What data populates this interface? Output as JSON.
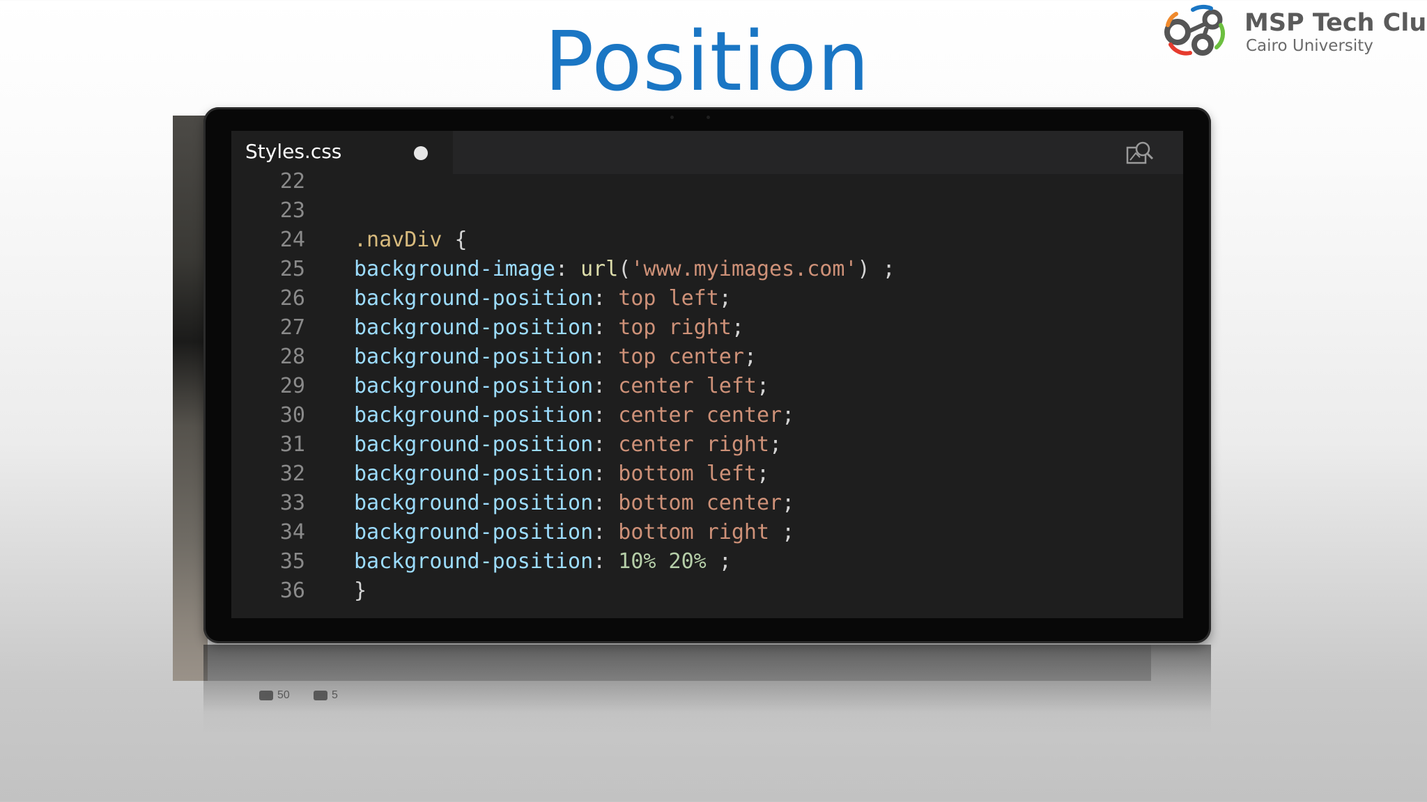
{
  "slide": {
    "title": "Position"
  },
  "logo": {
    "name": "MSP Tech Club",
    "subtitle": "Cairo University",
    "icon": "msp-club-logo",
    "colors": {
      "blue": "#1a76c4",
      "green": "#6cbf3f",
      "orange": "#f08a2d",
      "red": "#e63b2e",
      "ring": "#555555"
    }
  },
  "editor": {
    "tab": {
      "label": "Styles.css",
      "dirty_indicator_icon": "unsaved-dot-icon"
    },
    "action_icon": "open-preview-icon",
    "theme": {
      "background": "#1e1e1e",
      "tab_bar": "#252526",
      "line_number": "#8a8a8a",
      "selector": "#d7ba7d",
      "property": "#9cdcfe",
      "function": "#dcdcaa",
      "string": "#ce9178",
      "number": "#b5cea8",
      "punctuation": "#d4d4d4"
    },
    "lines": [
      {
        "n": "22",
        "tokens": []
      },
      {
        "n": "23",
        "tokens": []
      },
      {
        "n": "24",
        "tokens": [
          {
            "t": ".navDiv",
            "k": "sel"
          },
          {
            "t": " {",
            "k": "punc"
          }
        ]
      },
      {
        "n": "25",
        "tokens": [
          {
            "t": "background-image",
            "k": "prop"
          },
          {
            "t": ": ",
            "k": "punc"
          },
          {
            "t": "url",
            "k": "fn"
          },
          {
            "t": "(",
            "k": "punc"
          },
          {
            "t": "'www.myimages.com'",
            "k": "str"
          },
          {
            "t": ") ;",
            "k": "punc"
          }
        ]
      },
      {
        "n": "26",
        "tokens": [
          {
            "t": "background-position",
            "k": "prop"
          },
          {
            "t": ": ",
            "k": "punc"
          },
          {
            "t": "top left",
            "k": "val"
          },
          {
            "t": ";",
            "k": "punc"
          }
        ]
      },
      {
        "n": "27",
        "tokens": [
          {
            "t": "background-position",
            "k": "prop"
          },
          {
            "t": ": ",
            "k": "punc"
          },
          {
            "t": "top right",
            "k": "val"
          },
          {
            "t": ";",
            "k": "punc"
          }
        ]
      },
      {
        "n": "28",
        "tokens": [
          {
            "t": "background-position",
            "k": "prop"
          },
          {
            "t": ": ",
            "k": "punc"
          },
          {
            "t": "top center",
            "k": "val"
          },
          {
            "t": ";",
            "k": "punc"
          }
        ]
      },
      {
        "n": "29",
        "tokens": [
          {
            "t": "background-position",
            "k": "prop"
          },
          {
            "t": ": ",
            "k": "punc"
          },
          {
            "t": "center left",
            "k": "val"
          },
          {
            "t": ";",
            "k": "punc"
          }
        ]
      },
      {
        "n": "30",
        "tokens": [
          {
            "t": "background-position",
            "k": "prop"
          },
          {
            "t": ": ",
            "k": "punc"
          },
          {
            "t": "center center",
            "k": "val"
          },
          {
            "t": ";",
            "k": "punc"
          }
        ]
      },
      {
        "n": "31",
        "tokens": [
          {
            "t": "background-position",
            "k": "prop"
          },
          {
            "t": ": ",
            "k": "punc"
          },
          {
            "t": "center right",
            "k": "val"
          },
          {
            "t": ";",
            "k": "punc"
          }
        ]
      },
      {
        "n": "32",
        "tokens": [
          {
            "t": "background-position",
            "k": "prop"
          },
          {
            "t": ": ",
            "k": "punc"
          },
          {
            "t": "bottom left",
            "k": "val"
          },
          {
            "t": ";",
            "k": "punc"
          }
        ]
      },
      {
        "n": "33",
        "tokens": [
          {
            "t": "background-position",
            "k": "prop"
          },
          {
            "t": ": ",
            "k": "punc"
          },
          {
            "t": "bottom center",
            "k": "val"
          },
          {
            "t": ";",
            "k": "punc"
          }
        ]
      },
      {
        "n": "34",
        "tokens": [
          {
            "t": "background-position",
            "k": "prop"
          },
          {
            "t": ": ",
            "k": "punc"
          },
          {
            "t": "bottom right",
            "k": "val"
          },
          {
            "t": " ;",
            "k": "punc"
          }
        ]
      },
      {
        "n": "35",
        "tokens": [
          {
            "t": "background-position",
            "k": "prop"
          },
          {
            "t": ": ",
            "k": "punc"
          },
          {
            "t": "10% 20%",
            "k": "num"
          },
          {
            "t": " ;",
            "k": "punc"
          }
        ]
      },
      {
        "n": "36",
        "tokens": [
          {
            "t": "}",
            "k": "punc"
          }
        ]
      }
    ]
  },
  "reflection": {
    "stats": [
      {
        "icon": "comment-icon",
        "value": "50"
      },
      {
        "icon": "message-icon",
        "value": "5"
      }
    ]
  }
}
